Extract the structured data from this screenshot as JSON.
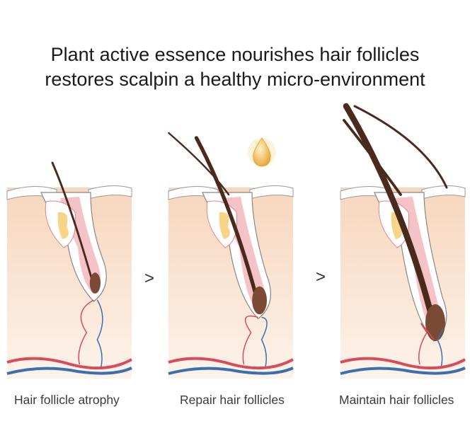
{
  "title": {
    "line1": "Plant active essence nourishes hair follicles",
    "line2": "restores scalpin a healthy micro-environment"
  },
  "stages": [
    {
      "label": "Hair follicle atrophy",
      "hair_count": 1,
      "hair_strength": 0.2
    },
    {
      "label": "Repair hair follicles",
      "hair_count": 2,
      "hair_strength": 0.55
    },
    {
      "label": "Maintain hair follicles",
      "hair_count": 3,
      "hair_strength": 1.0
    }
  ],
  "separator": ">",
  "icons": {
    "essence_drop": "oil-drop-icon",
    "arrow": "chevron-right-icon"
  },
  "colors": {
    "skin_top": "#f7d9c2",
    "skin_bottom": "#fdf1e7",
    "sheath": "#f2b8bd",
    "hair": "#4a2a1c",
    "artery": "#d94a5c",
    "vein": "#3c6fb0",
    "gold": "#e8a93a"
  }
}
